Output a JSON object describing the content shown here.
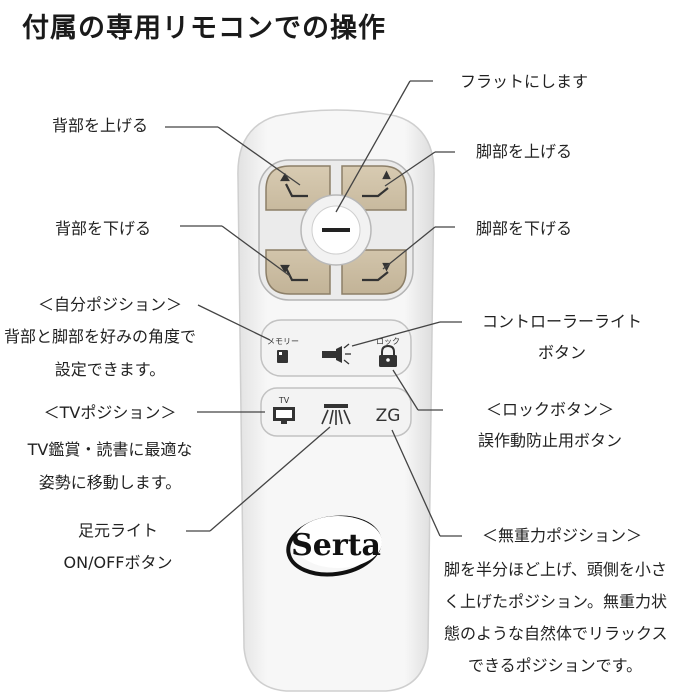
{
  "title": "付属の専用リモコンでの操作",
  "labels": {
    "flat": "フラットにします",
    "back_up": "背部を上げる",
    "leg_up": "脚部を上げる",
    "back_down": "背部を下げる",
    "leg_down": "脚部を下げる",
    "memory_title": "＜自分ポジション＞",
    "memory_desc1": "背部と脚部を好みの角度で",
    "memory_desc2": "設定できます。",
    "light_title": "コントローラーライト",
    "light_desc": "ボタン",
    "lock_title": "＜ロックボタン＞",
    "lock_desc": "誤作動防止用ボタン",
    "tv_title": "＜TVポジション＞",
    "tv_desc1": "TV鑑賞・読書に最適な",
    "tv_desc2": "姿勢に移動します。",
    "foot_title": "足元ライト",
    "foot_desc": "ON/OFFボタン",
    "zg_title": "＜無重力ポジション＞",
    "zg_desc1": "脚を半分ほど上げ、頭側を小さ",
    "zg_desc2": "く上げたポジション。無重力状",
    "zg_desc3": "態のような自然体でリラックス",
    "zg_desc4": "できるポジションです。"
  },
  "remote": {
    "memory_label": "メモリー",
    "lock_label": "ロック",
    "tv_label": "TV",
    "zg_label": "ZG",
    "brand": "Serta"
  },
  "colors": {
    "pad": "#cfc1a6",
    "pad_edge": "#8c7f68",
    "remote_body": "#f4f4f4",
    "ink": "#333333"
  },
  "icons": [
    "back-up-icon",
    "leg-up-icon",
    "back-down-icon",
    "leg-down-icon",
    "flat-button-icon",
    "memory-icon",
    "light-icon",
    "lock-icon",
    "tv-icon",
    "foot-light-icon"
  ]
}
